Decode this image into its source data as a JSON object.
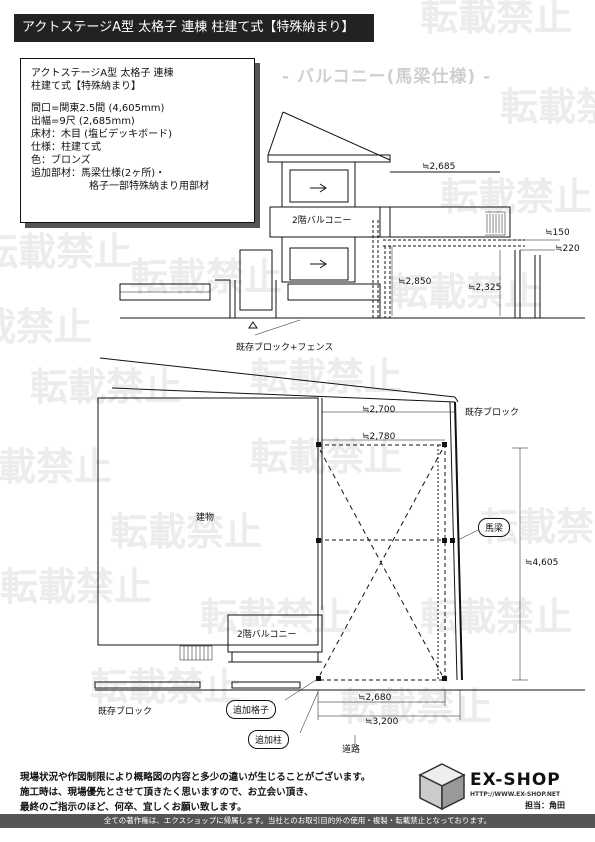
{
  "title_bar": "アクトステージA型 太格子 連棟 柱建て式【特殊納まり】",
  "watermark_text": "転載禁止",
  "info": {
    "line1": "アクトステージA型 太格子 連棟",
    "line2": "柱建て式【特殊納まり】",
    "frontage": "間口=関東2.5間 (4,605mm)",
    "depth": "出幅=9尺 (2,685mm)",
    "floor": "床材：木目 (塩ビデッキボード)",
    "spec": "仕様：柱建て式",
    "color": "色：ブロンズ",
    "extra_1": "追加部材：馬梁仕様(2ヶ所)・",
    "extra_2": "格子一部特殊納まり用部材"
  },
  "balcony_heading": "- バルコニー(馬梁仕様) -",
  "elevation": {
    "balcony_label": "2階バルコニー",
    "dim_2685": "≒2,685",
    "dim_150": "≒150",
    "dim_220": "≒220",
    "dim_2850": "≒2,850",
    "dim_2325": "≒2,325",
    "existing_block_fence": "既存ブロック+フェンス"
  },
  "plan": {
    "dim_2700": "≒2,700",
    "dim_2780": "≒2,780",
    "existing_block_right": "既存ブロック",
    "building_label": "建物",
    "beam_label": "馬梁",
    "dim_4605": "≒4,605",
    "balcony_label": "2階バルコニー",
    "existing_block_bottom": "既存ブロック",
    "extra_lattice": "追加格子",
    "extra_post": "追加柱",
    "dim_2680": "≒2,680",
    "dim_3200": "≒3,200",
    "road": "道路"
  },
  "footer": {
    "note1": "現場状況や作図制限により概略図の内容と多少の違いが生じることがございます。",
    "note2": "施工時は、現場優先とさせて頂きたく思いますので、お立会い頂き、",
    "note3": "最終のご指示のほど、何卒、宜しくお願い致します。",
    "logo_text": "EX-SHOP",
    "logo_url": "HTTP://WWW.EX-SHOP.NET",
    "staff": "担当：角田",
    "copyright": "全ての著作権は、エクスショップに帰属します。当社とのお取引目的外の使用・複製・転載禁止となっております。"
  }
}
